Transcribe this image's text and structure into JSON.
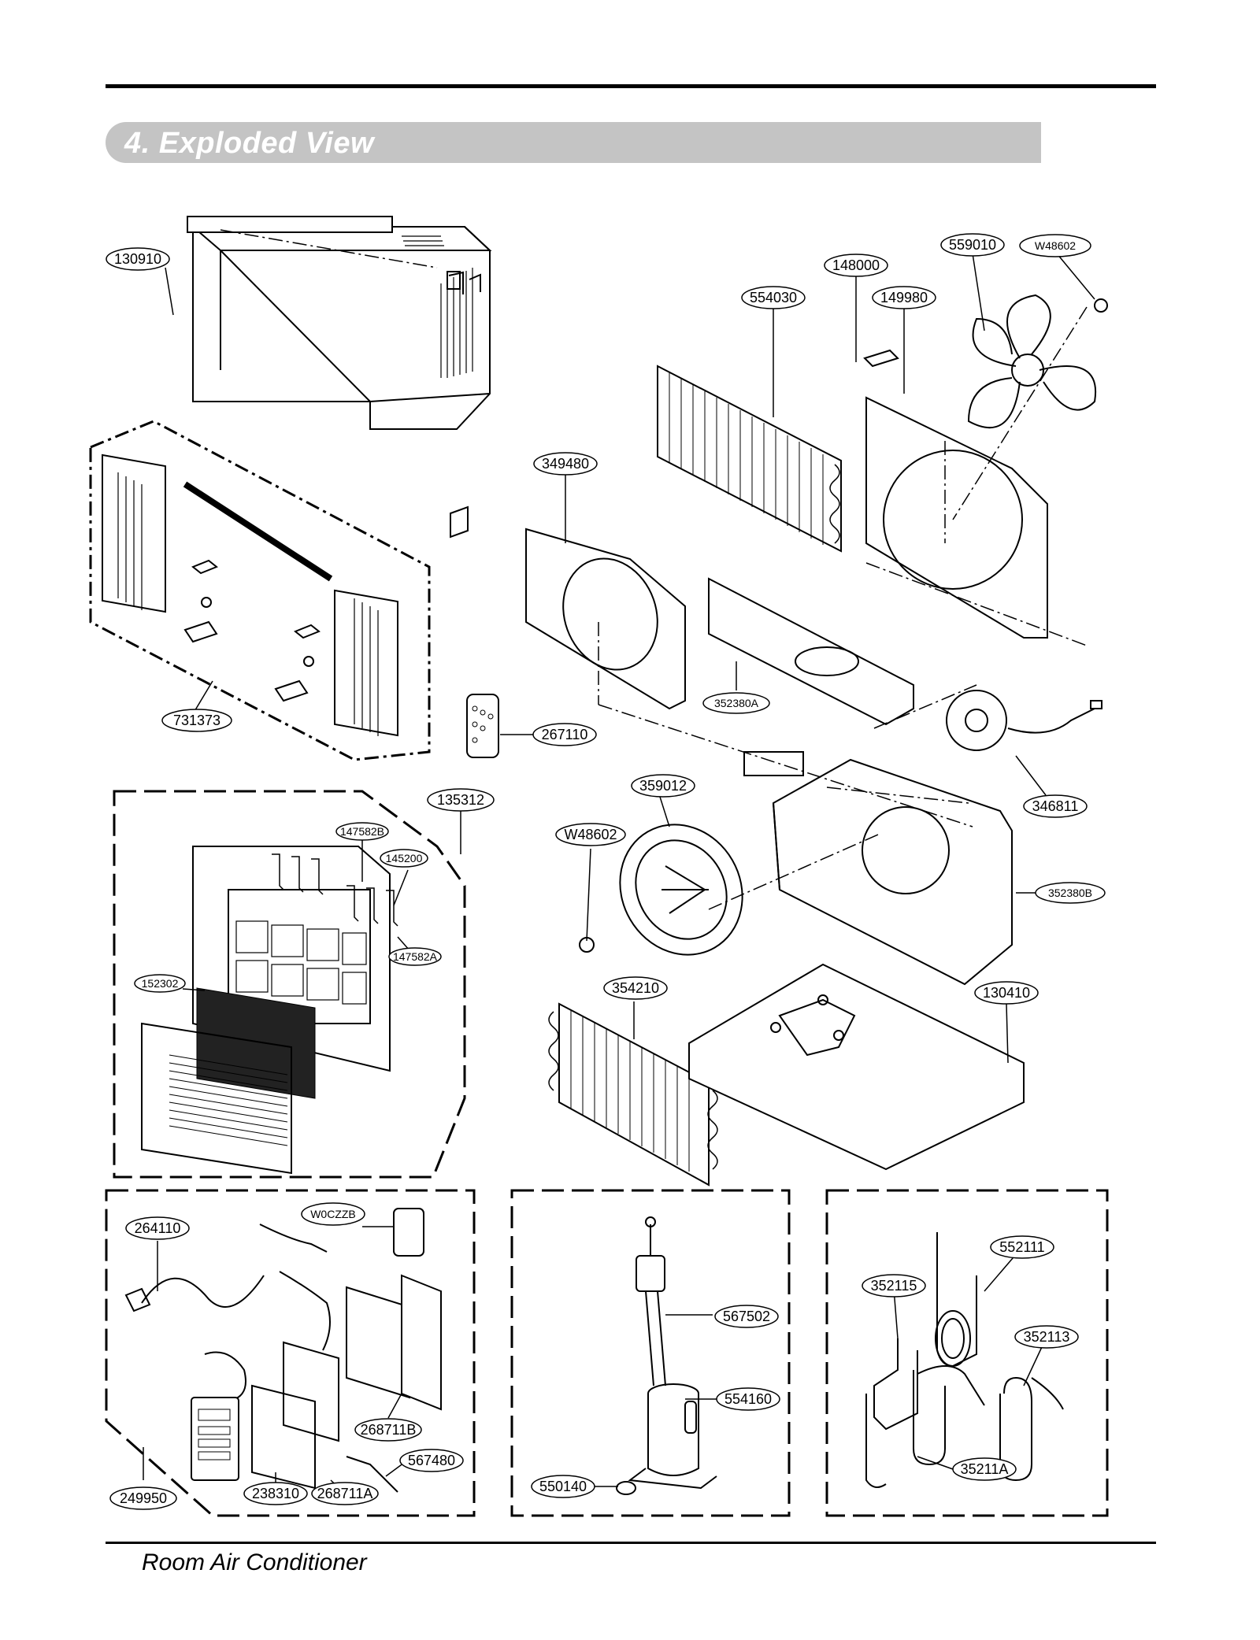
{
  "header": {
    "title": "4. Exploded View"
  },
  "footer": {
    "text": "Room Air Conditioner"
  },
  "parts": [
    {
      "id": "130910",
      "text": "130910"
    },
    {
      "id": "731373",
      "text": "731373"
    },
    {
      "id": "135312",
      "text": "135312"
    },
    {
      "id": "147582B",
      "text": "147582B"
    },
    {
      "id": "145200",
      "text": "145200"
    },
    {
      "id": "147582A",
      "text": "147582A"
    },
    {
      "id": "152302",
      "text": "152302"
    },
    {
      "id": "267110",
      "text": "267110"
    },
    {
      "id": "349480",
      "text": "349480"
    },
    {
      "id": "554030",
      "text": "554030"
    },
    {
      "id": "148000",
      "text": "148000"
    },
    {
      "id": "149980",
      "text": "149980"
    },
    {
      "id": "559010",
      "text": "559010"
    },
    {
      "id": "W48602_top",
      "text": "W48602"
    },
    {
      "id": "352380A",
      "text": "352380A"
    },
    {
      "id": "346811",
      "text": "346811"
    },
    {
      "id": "359012",
      "text": "359012"
    },
    {
      "id": "W48602_mid",
      "text": "W48602"
    },
    {
      "id": "352380B",
      "text": "352380B"
    },
    {
      "id": "354210",
      "text": "354210"
    },
    {
      "id": "130410",
      "text": "130410"
    },
    {
      "id": "264110",
      "text": "264110"
    },
    {
      "id": "W0CZZB",
      "text": "W0CZZB"
    },
    {
      "id": "268711B",
      "text": "268711B"
    },
    {
      "id": "567480",
      "text": "567480"
    },
    {
      "id": "249950",
      "text": "249950"
    },
    {
      "id": "238310",
      "text": "238310"
    },
    {
      "id": "268711A",
      "text": "268711A"
    },
    {
      "id": "567502",
      "text": "567502"
    },
    {
      "id": "554160",
      "text": "554160"
    },
    {
      "id": "550140",
      "text": "550140"
    },
    {
      "id": "552111",
      "text": "552111"
    },
    {
      "id": "352115",
      "text": "352115"
    },
    {
      "id": "352113",
      "text": "352113"
    },
    {
      "id": "35211A",
      "text": "35211A"
    }
  ]
}
